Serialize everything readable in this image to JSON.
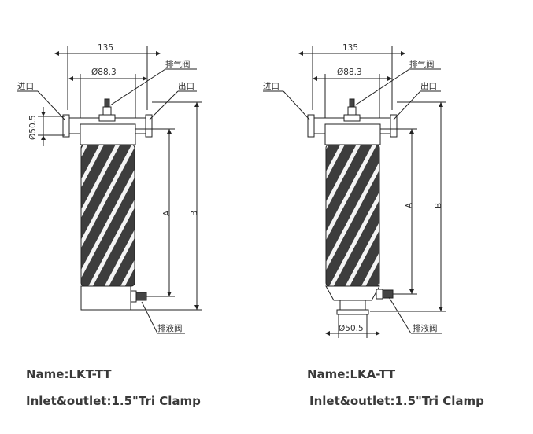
{
  "left_filter": {
    "dim_width": "135",
    "dim_pipe": "Ø88.3",
    "dim_port": "Ø50.5",
    "label_vent": "排气阀",
    "label_inlet": "进口",
    "label_outlet": "出口",
    "label_drain": "排液阀",
    "dim_a": "A",
    "dim_b": "B",
    "name": "Name:LKT-TT",
    "spec": "Inlet&outlet:1.5\"Tri Clamp"
  },
  "right_filter": {
    "dim_width": "135",
    "dim_pipe": "Ø88.3",
    "dim_port": "Ø50.5",
    "label_vent": "排气阀",
    "label_inlet": "进口",
    "label_outlet": "出口",
    "label_drain": "排液阀",
    "dim_a": "A",
    "dim_b": "B",
    "name": "Name:LKA-TT",
    "spec": "Inlet&outlet:1.5\"Tri Clamp"
  }
}
